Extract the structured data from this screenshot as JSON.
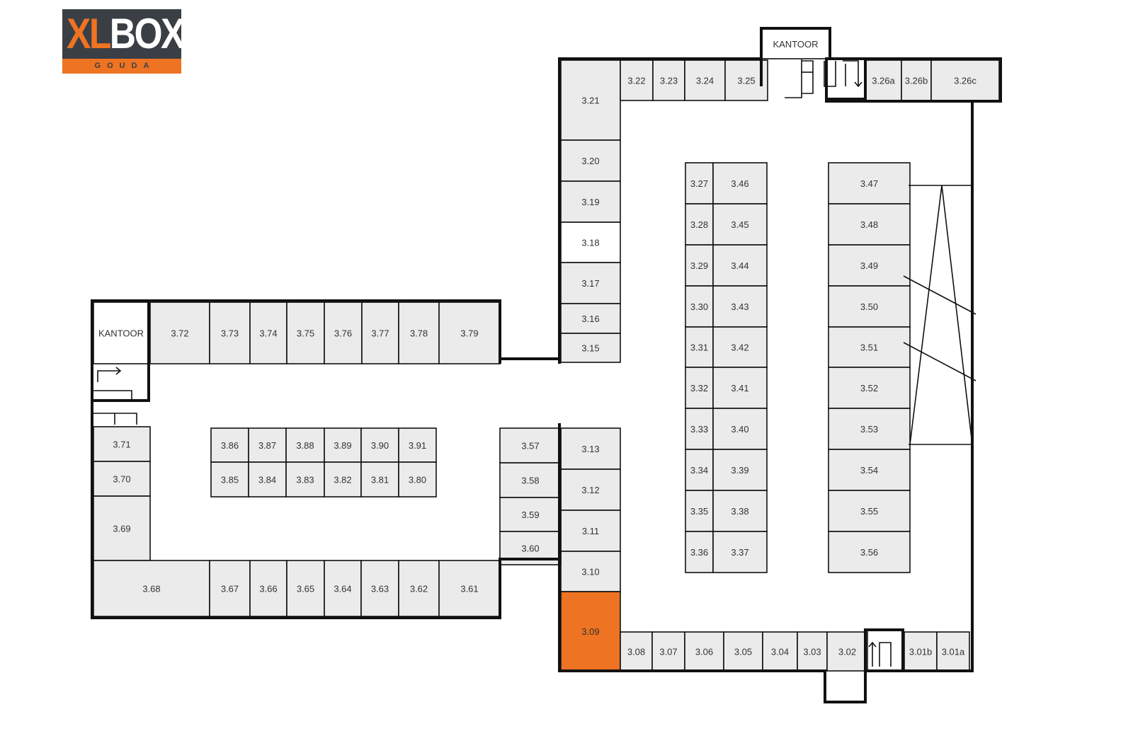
{
  "logo": {
    "brand_xl": "XL",
    "brand_box": "BOX",
    "city": "GOUDA"
  },
  "colors": {
    "unit_fill": "#ebebeb",
    "highlight": "#ee7322",
    "free": "#ffffff",
    "logo_dark": "#3a3f45"
  },
  "units": [
    {
      "id": "kantoor-top",
      "label": "KANTOOR",
      "status": "free"
    },
    {
      "id": "3.21",
      "label": "3.21"
    },
    {
      "id": "3.20",
      "label": "3.20"
    },
    {
      "id": "3.19",
      "label": "3.19"
    },
    {
      "id": "3.18",
      "label": "3.18",
      "status": "free"
    },
    {
      "id": "3.17",
      "label": "3.17"
    },
    {
      "id": "3.16",
      "label": "3.16"
    },
    {
      "id": "3.15",
      "label": "3.15"
    },
    {
      "id": "3.22",
      "label": "3.22"
    },
    {
      "id": "3.23",
      "label": "3.23"
    },
    {
      "id": "3.24",
      "label": "3.24"
    },
    {
      "id": "3.25",
      "label": "3.25"
    },
    {
      "id": "3.26a",
      "label": "3.26a"
    },
    {
      "id": "3.26b",
      "label": "3.26b"
    },
    {
      "id": "3.26c",
      "label": "3.26c"
    },
    {
      "id": "3.27",
      "label": "3.27"
    },
    {
      "id": "3.28",
      "label": "3.28"
    },
    {
      "id": "3.29",
      "label": "3.29"
    },
    {
      "id": "3.30",
      "label": "3.30"
    },
    {
      "id": "3.31",
      "label": "3.31"
    },
    {
      "id": "3.32",
      "label": "3.32"
    },
    {
      "id": "3.33",
      "label": "3.33"
    },
    {
      "id": "3.34",
      "label": "3.34"
    },
    {
      "id": "3.35",
      "label": "3.35"
    },
    {
      "id": "3.36",
      "label": "3.36"
    },
    {
      "id": "3.46",
      "label": "3.46"
    },
    {
      "id": "3.45",
      "label": "3.45"
    },
    {
      "id": "3.44",
      "label": "3.44"
    },
    {
      "id": "3.43",
      "label": "3.43"
    },
    {
      "id": "3.42",
      "label": "3.42"
    },
    {
      "id": "3.41",
      "label": "3.41"
    },
    {
      "id": "3.40",
      "label": "3.40"
    },
    {
      "id": "3.39",
      "label": "3.39"
    },
    {
      "id": "3.38",
      "label": "3.38"
    },
    {
      "id": "3.37",
      "label": "3.37"
    },
    {
      "id": "3.47",
      "label": "3.47"
    },
    {
      "id": "3.48",
      "label": "3.48"
    },
    {
      "id": "3.49",
      "label": "3.49"
    },
    {
      "id": "3.50",
      "label": "3.50"
    },
    {
      "id": "3.51",
      "label": "3.51"
    },
    {
      "id": "3.52",
      "label": "3.52"
    },
    {
      "id": "3.53",
      "label": "3.53"
    },
    {
      "id": "3.54",
      "label": "3.54"
    },
    {
      "id": "3.55",
      "label": "3.55"
    },
    {
      "id": "3.56",
      "label": "3.56"
    },
    {
      "id": "3.13",
      "label": "3.13"
    },
    {
      "id": "3.12",
      "label": "3.12"
    },
    {
      "id": "3.11",
      "label": "3.11"
    },
    {
      "id": "3.10",
      "label": "3.10"
    },
    {
      "id": "3.09",
      "label": "3.09",
      "status": "selected"
    },
    {
      "id": "3.08",
      "label": "3.08"
    },
    {
      "id": "3.07",
      "label": "3.07"
    },
    {
      "id": "3.06",
      "label": "3.06"
    },
    {
      "id": "3.05",
      "label": "3.05"
    },
    {
      "id": "3.04",
      "label": "3.04"
    },
    {
      "id": "3.03",
      "label": "3.03"
    },
    {
      "id": "3.02",
      "label": "3.02"
    },
    {
      "id": "3.01b",
      "label": "3.01b"
    },
    {
      "id": "3.01a",
      "label": "3.01a"
    },
    {
      "id": "3.57",
      "label": "3.57"
    },
    {
      "id": "3.58",
      "label": "3.58"
    },
    {
      "id": "3.59",
      "label": "3.59"
    },
    {
      "id": "3.60",
      "label": "3.60"
    },
    {
      "id": "kantoor-left",
      "label": "KANTOOR",
      "status": "free"
    },
    {
      "id": "3.72",
      "label": "3.72"
    },
    {
      "id": "3.73",
      "label": "3.73"
    },
    {
      "id": "3.74",
      "label": "3.74"
    },
    {
      "id": "3.75",
      "label": "3.75"
    },
    {
      "id": "3.76",
      "label": "3.76"
    },
    {
      "id": "3.77",
      "label": "3.77"
    },
    {
      "id": "3.78",
      "label": "3.78"
    },
    {
      "id": "3.79",
      "label": "3.79"
    },
    {
      "id": "3.71",
      "label": "3.71"
    },
    {
      "id": "3.70",
      "label": "3.70"
    },
    {
      "id": "3.69",
      "label": "3.69"
    },
    {
      "id": "3.68",
      "label": "3.68"
    },
    {
      "id": "3.67",
      "label": "3.67"
    },
    {
      "id": "3.66",
      "label": "3.66"
    },
    {
      "id": "3.65",
      "label": "3.65"
    },
    {
      "id": "3.64",
      "label": "3.64"
    },
    {
      "id": "3.63",
      "label": "3.63"
    },
    {
      "id": "3.62",
      "label": "3.62"
    },
    {
      "id": "3.61",
      "label": "3.61"
    },
    {
      "id": "3.86",
      "label": "3.86"
    },
    {
      "id": "3.87",
      "label": "3.87"
    },
    {
      "id": "3.88",
      "label": "3.88"
    },
    {
      "id": "3.89",
      "label": "3.89"
    },
    {
      "id": "3.90",
      "label": "3.90"
    },
    {
      "id": "3.91",
      "label": "3.91"
    },
    {
      "id": "3.85",
      "label": "3.85"
    },
    {
      "id": "3.84",
      "label": "3.84"
    },
    {
      "id": "3.83",
      "label": "3.83"
    },
    {
      "id": "3.82",
      "label": "3.82"
    },
    {
      "id": "3.81",
      "label": "3.81"
    },
    {
      "id": "3.80",
      "label": "3.80"
    }
  ]
}
